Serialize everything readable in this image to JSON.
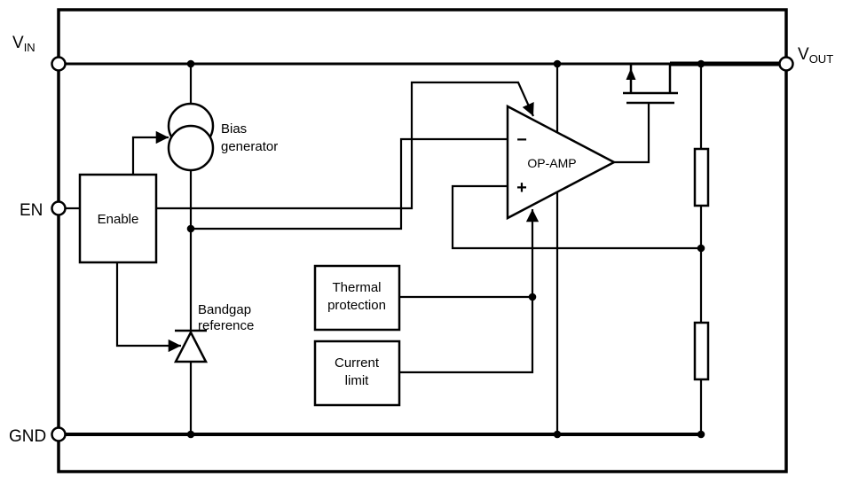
{
  "pins": {
    "vin": {
      "name": "V",
      "sub": "IN"
    },
    "vout": {
      "name": "V",
      "sub": "OUT"
    },
    "en": {
      "label": "EN"
    },
    "gnd": {
      "label": "GND"
    }
  },
  "blocks": {
    "enable": {
      "label": "Enable"
    },
    "bias_generator": {
      "line1": "Bias",
      "line2": "generator"
    },
    "bandgap_reference": {
      "line1": "Bandgap",
      "line2": "reference"
    },
    "thermal_protection": {
      "line1": "Thermal",
      "line2": "protection"
    },
    "current_limit": {
      "line1": "Current",
      "line2": "limit"
    },
    "opamp": {
      "label": "OP-AMP",
      "minus_label": "−",
      "plus_label": "+"
    }
  },
  "colors": {
    "line": "#000000",
    "background": "#ffffff"
  }
}
